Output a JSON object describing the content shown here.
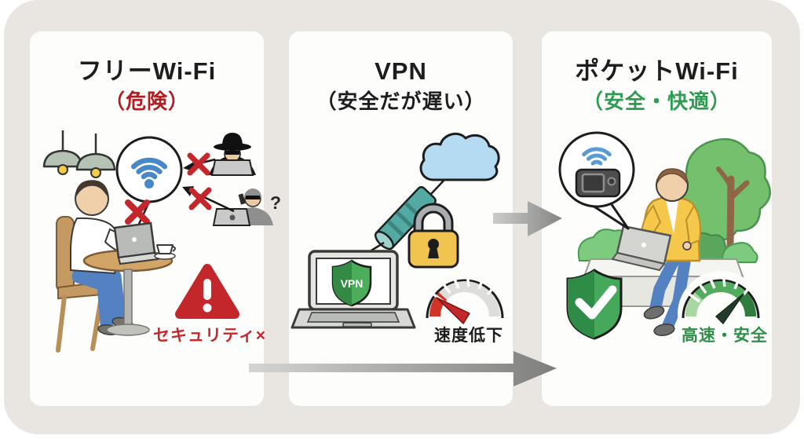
{
  "page": {
    "background": "#ffffff",
    "board_background": "#e9e6e2",
    "panel_background": "#fdfdfb"
  },
  "panels": {
    "free_wifi": {
      "title": "フリーWi-Fi",
      "subtitle": "（危険）",
      "caption": "セキュリティ×",
      "icons": [
        "pendant-lamp-icon",
        "wifi-signal-icon",
        "hacker-spy-icon",
        "hacker-eavesdropper-icon",
        "red-x-icon",
        "warning-triangle-icon",
        "cafe-user-illustration"
      ]
    },
    "vpn": {
      "title": "VPN",
      "subtitle": "（安全だが遅い）",
      "shield_label": "VPN",
      "caption": "速度低下",
      "icons": [
        "cloud-icon",
        "vpn-tunnel-icon",
        "padlock-icon",
        "laptop-vpn-icon",
        "speedometer-slow-icon"
      ]
    },
    "pocket_wifi": {
      "title": "ポケットWi-Fi",
      "subtitle": "（安全・快適）",
      "caption": "高速・安全",
      "icons": [
        "speech-bubble-icon",
        "wifi-waves-icon",
        "pocket-router-icon",
        "shield-check-icon",
        "speedometer-fast-icon",
        "park-user-illustration"
      ]
    }
  },
  "glyphs": {
    "question_mark": "?",
    "warning_exclamation": "!"
  },
  "flow": {
    "direction": "left-to-right",
    "arrows": [
      "vpn-to-pocket-wifi",
      "free-wifi-to-pocket-wifi"
    ]
  },
  "colors": {
    "danger_red": "#b01e24",
    "alert_red": "#c3272b",
    "safe_green": "#2e9b53",
    "wifi_blue": "#4788c8",
    "cloud_blue": "#b5dbf2",
    "tunnel_teal": "#53aaa2",
    "lock_gold": "#f1c34f",
    "jeans_blue": "#5381c1",
    "cardigan_yellow": "#f5c84c",
    "arrow_gray": "#8a8a88"
  }
}
